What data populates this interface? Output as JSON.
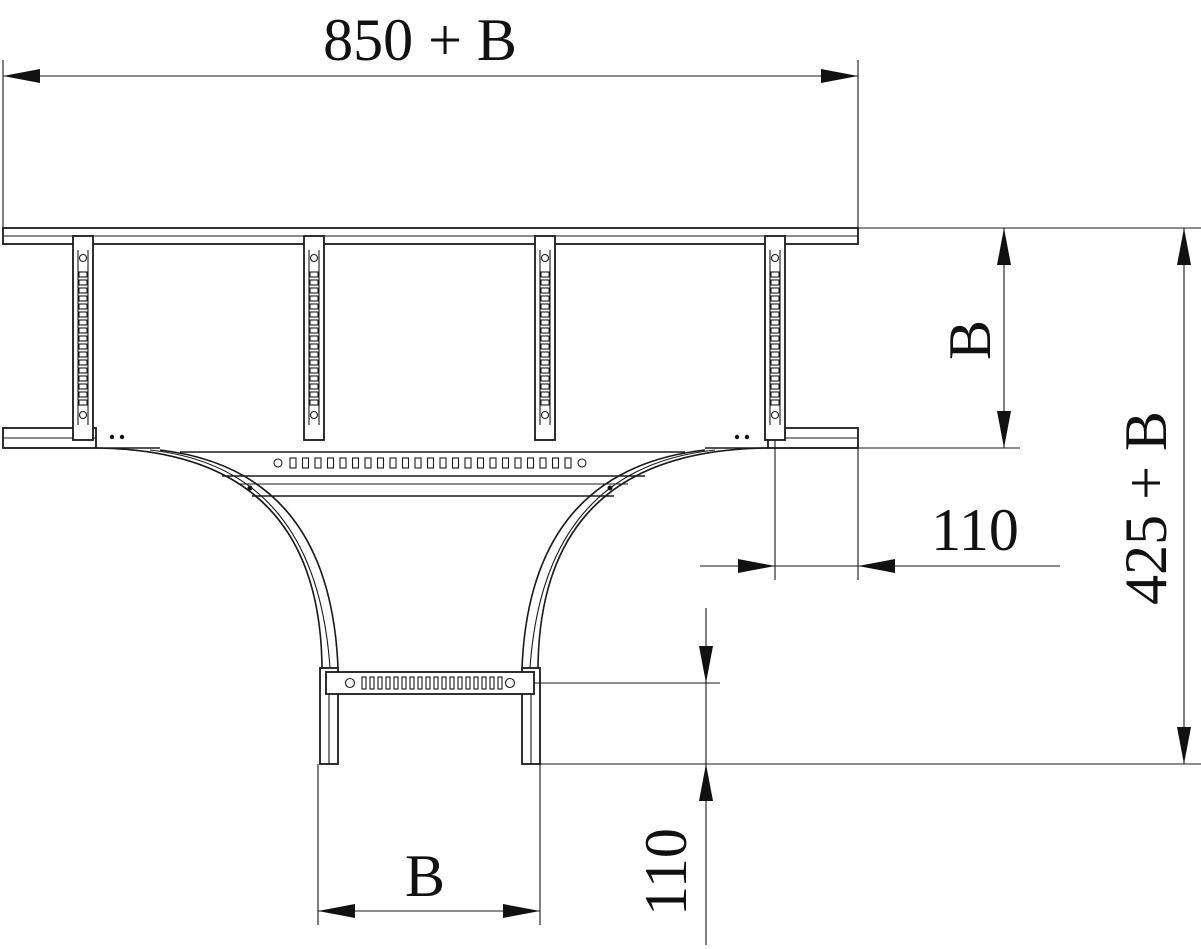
{
  "dimensions": {
    "overall_width": "850 + B",
    "overall_height": "425 + B",
    "main_width": "B",
    "branch_width": "B",
    "side_offset": "110",
    "branch_offset": "110"
  },
  "colors": {
    "line": "#1a1a1a",
    "background": "#ffffff"
  }
}
